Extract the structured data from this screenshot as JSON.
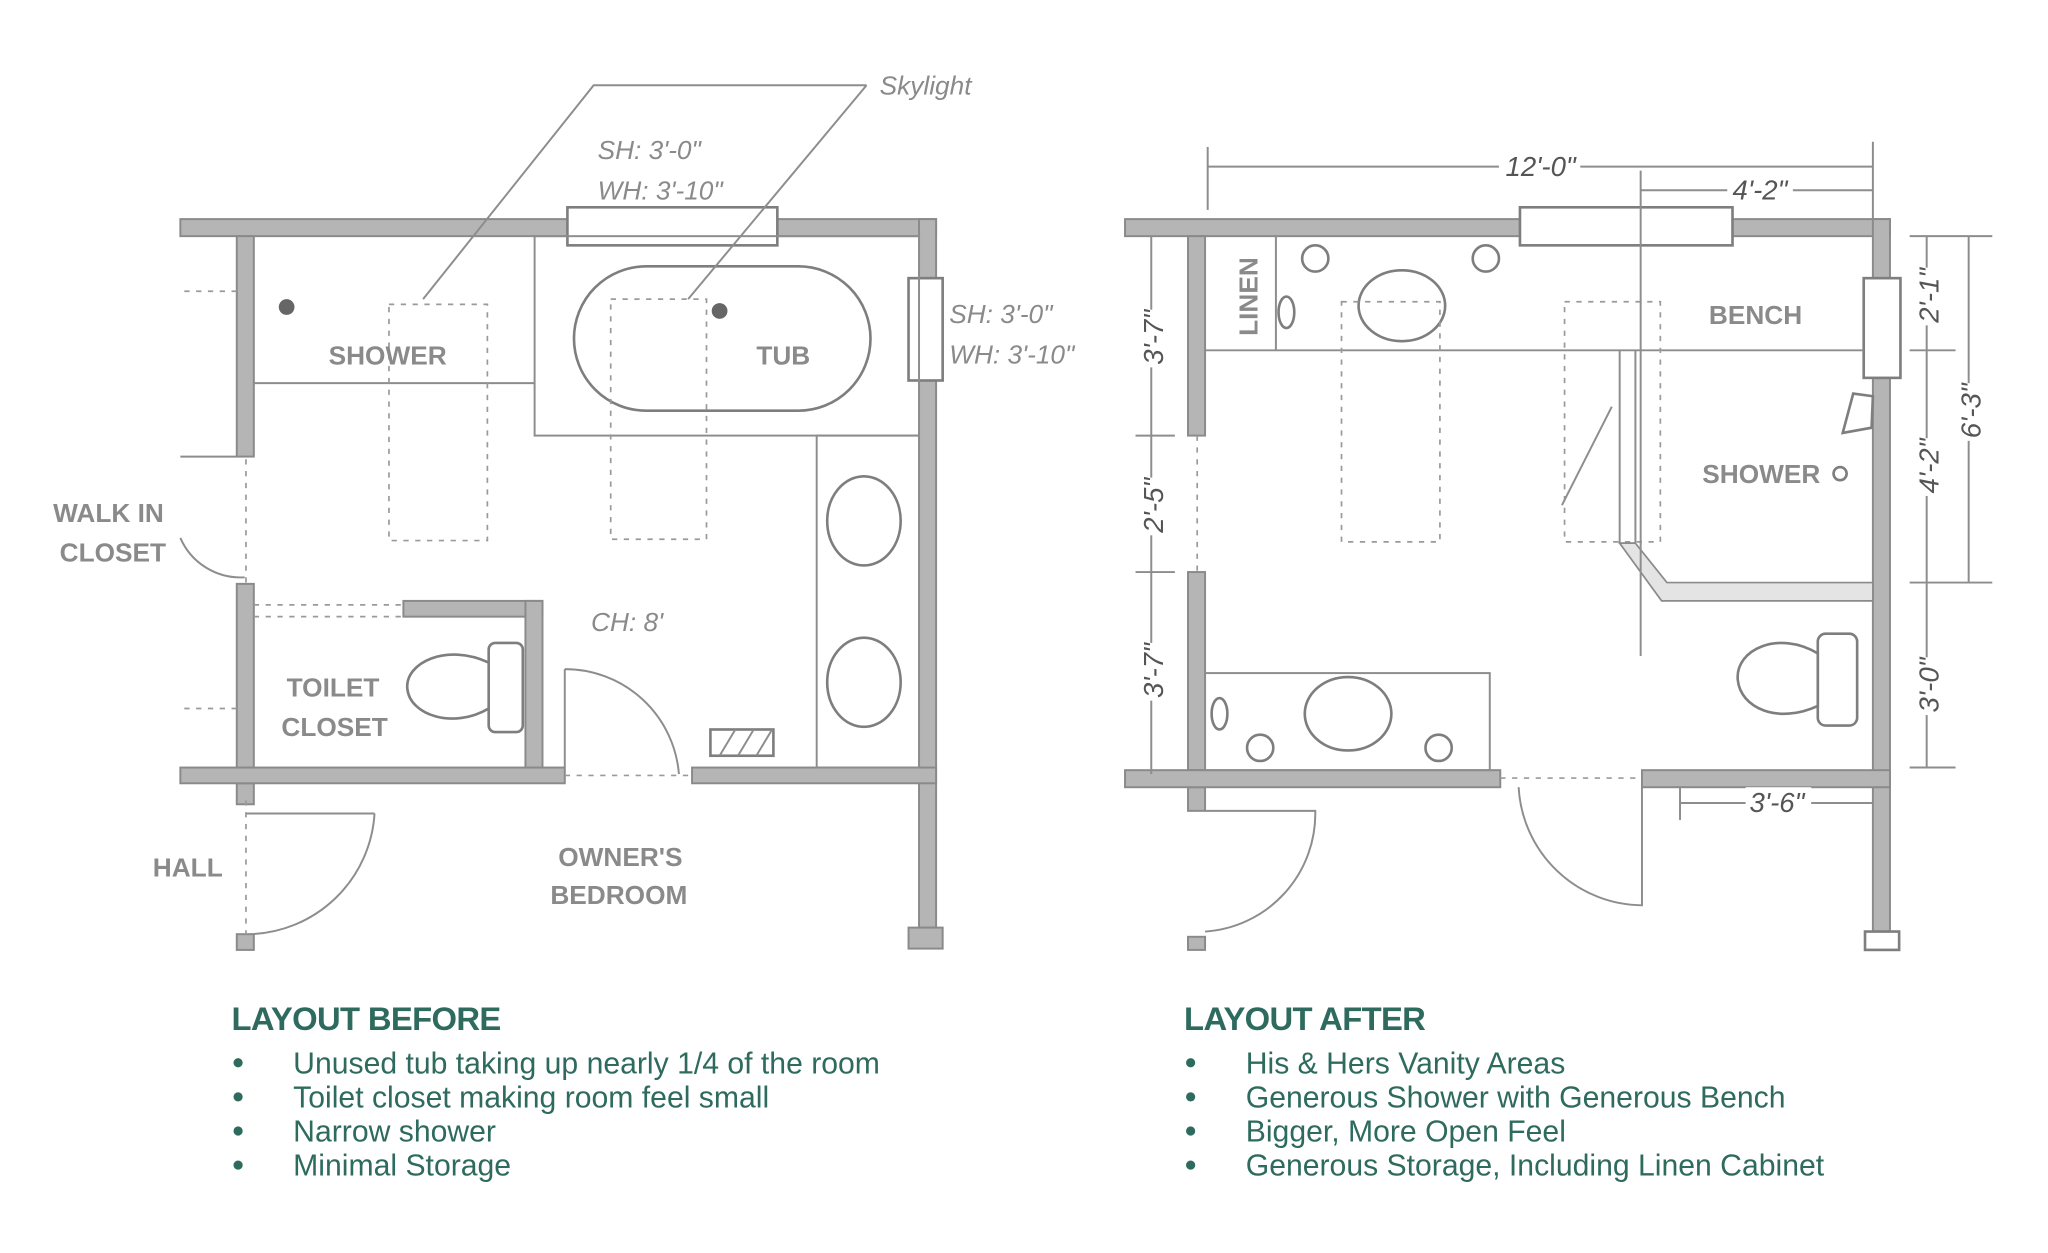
{
  "before_plan": {
    "labels": {
      "skylight": "Skylight",
      "skylight_sh": "SH: 3'-0\"",
      "skylight_wh": "WH: 3'-10\"",
      "window_sh": "SH: 3'-0\"",
      "window_wh": "WH: 3'-10\"",
      "shower": "SHOWER",
      "tub": "TUB",
      "walk_in_closet_1": "WALK IN",
      "walk_in_closet_2": "CLOSET",
      "toilet_closet_1": "TOILET",
      "toilet_closet_2": "CLOSET",
      "ceiling_height": "CH: 8'",
      "hall": "HALL",
      "owners_bedroom_1": "OWNER'S",
      "owners_bedroom_2": "BEDROOM"
    }
  },
  "after_plan": {
    "labels": {
      "linen": "LINEN",
      "bench": "BENCH",
      "shower": "SHOWER"
    },
    "dimensions": {
      "overall_width": "12'-0\"",
      "shower_width": "4'-2\"",
      "left_top": "3'-7\"",
      "left_middle": "2'-5\"",
      "left_bottom": "3'-7\"",
      "right_bench": "2'-1\"",
      "right_shower": "4'-2\"",
      "right_shower_total": "6'-3\"",
      "right_toilet": "3'-0\"",
      "bottom_right": "3'-6\""
    }
  },
  "before_summary": {
    "heading": "LAYOUT BEFORE",
    "bullets": [
      "Unused tub taking up nearly 1/4 of the room",
      "Toilet closet making room feel small",
      "Narrow shower",
      "Minimal Storage"
    ]
  },
  "after_summary": {
    "heading": "LAYOUT AFTER",
    "bullets": [
      "His & Hers Vanity Areas",
      "Generous Shower with Generous Bench",
      "Bigger, More Open Feel",
      "Generous Storage, Including Linen Cabinet"
    ]
  },
  "colors": {
    "heading_text": "#2e6b5e",
    "wall_fill": "#b5b5b5"
  }
}
